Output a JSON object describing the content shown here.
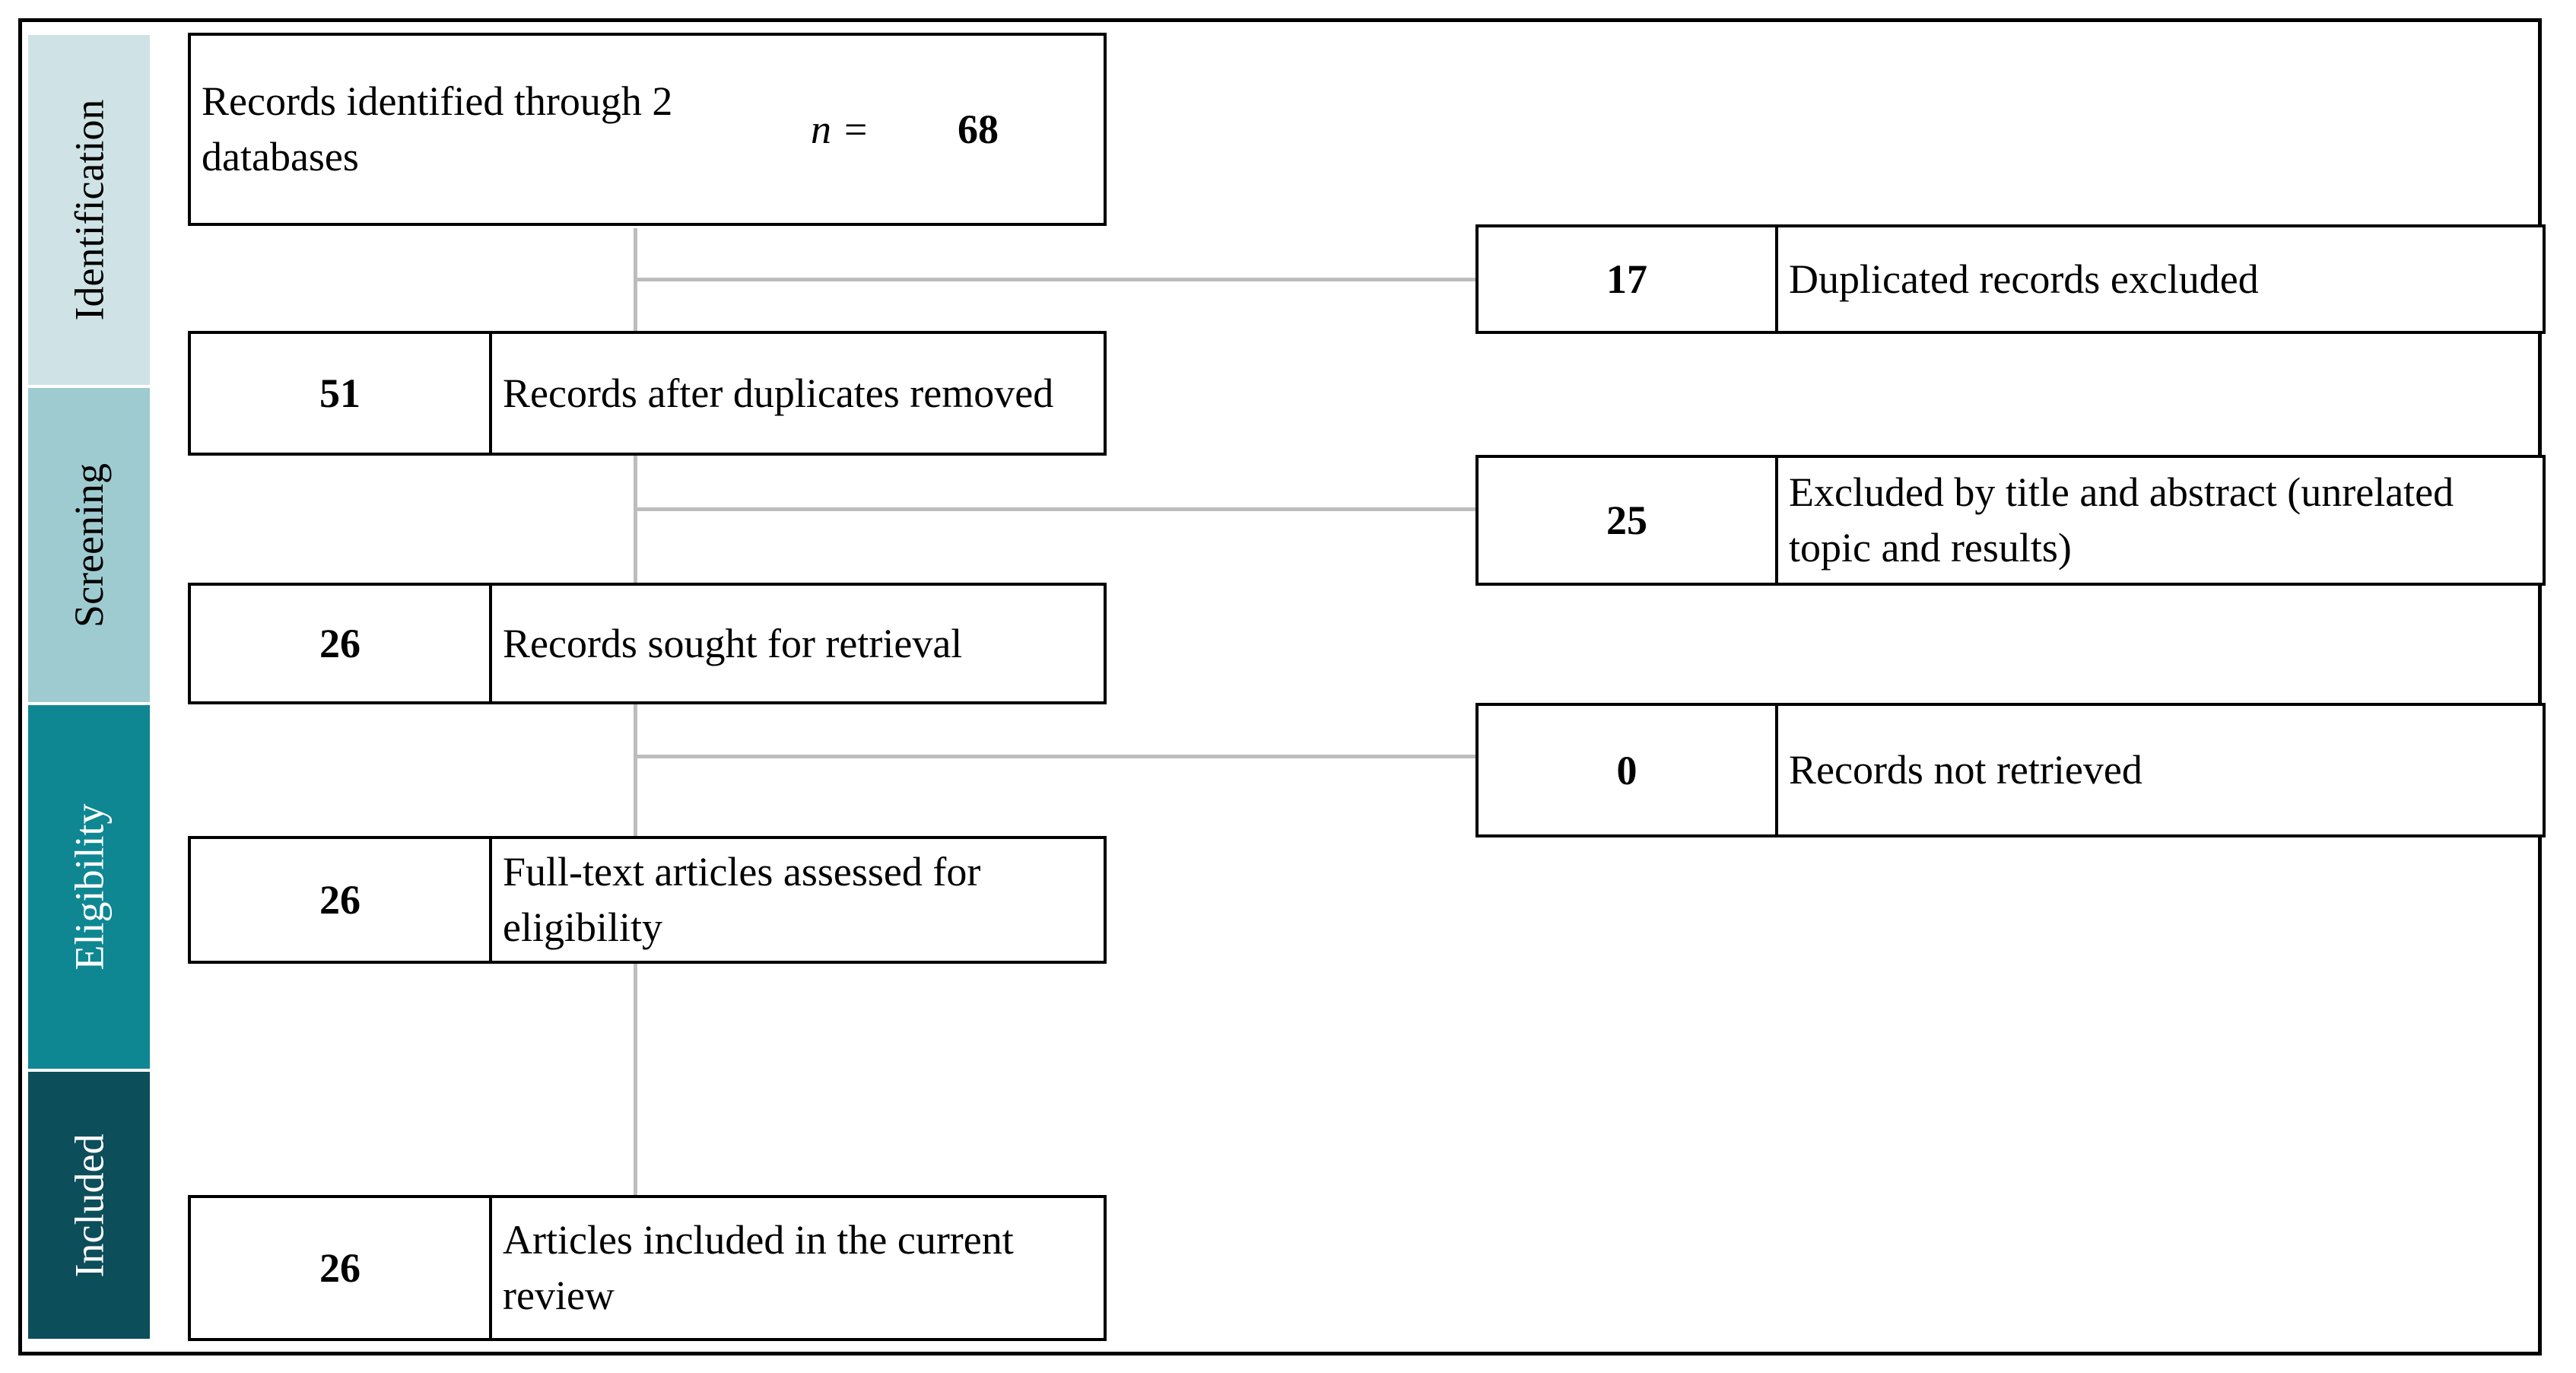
{
  "stages": [
    "Identification",
    "Screening",
    "Eligibility",
    "Included"
  ],
  "identified": {
    "label": "Records identified through 2 databases",
    "n_label": "n =",
    "n": "68"
  },
  "main_boxes": [
    {
      "n": "51",
      "label": "Records after duplicates removed"
    },
    {
      "n": "26",
      "label": "Records sought for retrieval"
    },
    {
      "n": "26",
      "label": "Full-text articles assessed for eligibility"
    },
    {
      "n": "26",
      "label": "Articles included in the current review"
    }
  ],
  "exclusions": [
    {
      "n": "17",
      "label": "Duplicated records excluded"
    },
    {
      "n": "25",
      "label": "Excluded by title and abstract (unrelated topic and results)"
    },
    {
      "n": "0",
      "label": "Records not retrieved"
    }
  ],
  "colors": {
    "identification": "#cfe3e6",
    "screening": "#9ecbd0",
    "eligibility": "#0e8793",
    "included": "#0d4e5b",
    "connector": "#bdbdbd"
  }
}
